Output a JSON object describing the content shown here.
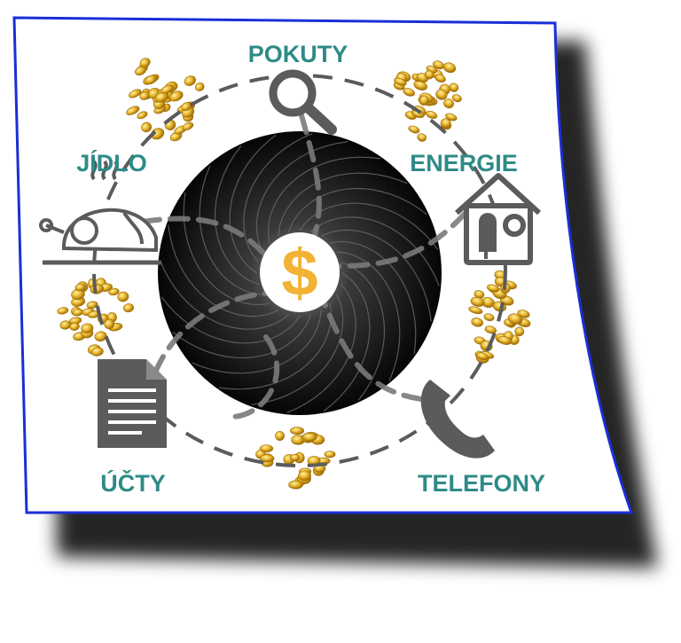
{
  "labels": {
    "pokuty": "POKUTY",
    "jidlo": "JÍDLO",
    "energie": "ENERGIE",
    "ucty": "ÚČTY",
    "telefony": "TELEFONY"
  },
  "center_symbol": "$",
  "colors": {
    "label_teal": "#2e8b87",
    "icon_gray": "#5b5b5b",
    "dollar_gold": "#f2b233",
    "paper_border": "#1a2fd6",
    "vortex_black": "#0b0b0b",
    "coin_gold": "#e7b52b"
  },
  "icons": [
    "magnifier-icon",
    "roast-chicken-icon",
    "house-icon",
    "document-icon",
    "phone-icon",
    "dollar-icon"
  ]
}
